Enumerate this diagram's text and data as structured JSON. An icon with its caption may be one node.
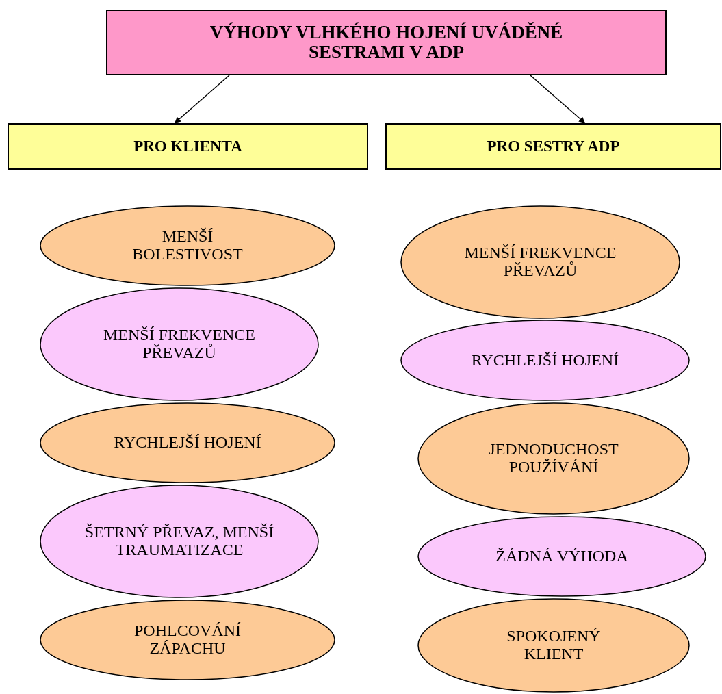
{
  "diagram": {
    "nodes": [
      {
        "text": [
          "VÝHODY VLHKÉHO HOJENÍ UVÁDĚNÉ SESTRAMI V ADP"
        ]
      },
      {
        "text": [
          "PRO KLIENTA"
        ]
      },
      {
        "text": [
          "PRO SESTRY ADP"
        ]
      },
      {
        "text": [
          "MENŠÍ BOLESTIVOST"
        ]
      },
      {
        "text": [
          "MENŠÍ FREKVENCE PŘEVAZŮ"
        ]
      },
      {
        "text": [
          "RYCHLEJŠÍ HOJENÍ"
        ]
      },
      {
        "text": [
          "ŠETRNÝ PŘEVAZ, MENŠÍ TRAUMATIZACE"
        ]
      },
      {
        "text": [
          "POHLCOVÁNÍ ZÁPACHU"
        ]
      },
      {
        "text": [
          "MENŠÍ FREKVENCE PŘEVAZŮ"
        ]
      },
      {
        "text": [
          "RYCHLEJŠÍ HOJENÍ"
        ]
      },
      {
        "text": [
          "JEDNODUCHOST POUŽÍVÁNÍ"
        ]
      },
      {
        "text": [
          "ŽÁDNÁ VÝHODA"
        ]
      },
      {
        "text": [
          "SPOKOJENÝ KLIENT"
        ]
      }
    ],
    "edges": [
      {
        "from": 0,
        "to": 1,
        "arrow": "to"
      },
      {
        "from": 0,
        "to": 2,
        "arrow": "to"
      }
    ]
  }
}
